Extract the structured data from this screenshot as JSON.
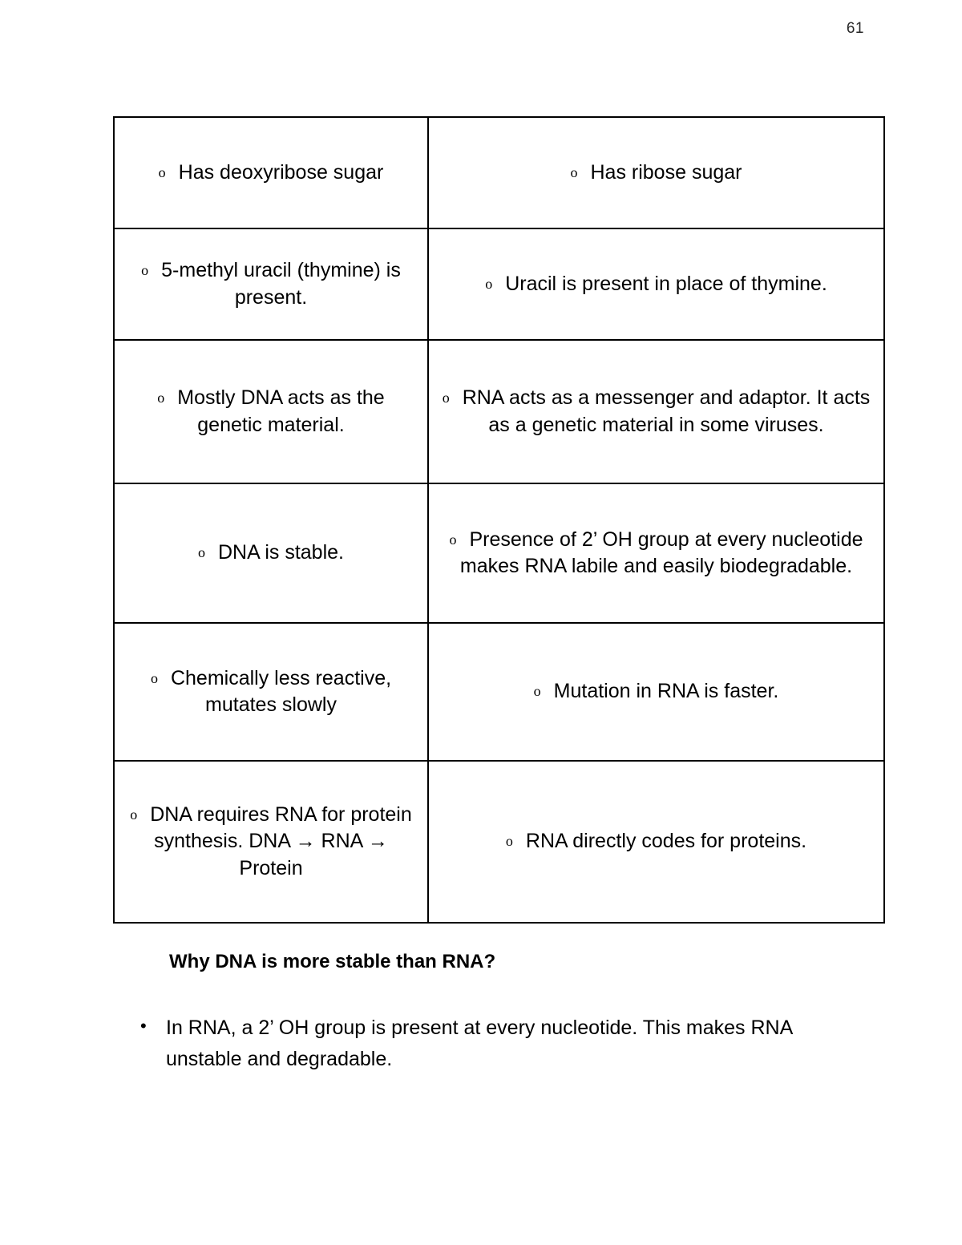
{
  "page": {
    "number": "61"
  },
  "table": {
    "bullet_marker": "o",
    "rows": [
      {
        "left": "Has deoxyribose sugar",
        "right": "Has ribose sugar"
      },
      {
        "left": "5-methyl uracil (thymine) is present.",
        "right": "Uracil is present in place of thymine."
      },
      {
        "left": "Mostly DNA acts as the genetic material.",
        "right": "RNA acts as a messenger and adaptor. It acts as a genetic material in some viruses."
      },
      {
        "left": "DNA is stable.",
        "right": "Presence of 2’ OH group at every nucleotide makes RNA labile and easily biodegradable."
      },
      {
        "left": "Chemically less reactive, mutates slowly",
        "right": "Mutation in RNA is faster."
      },
      {
        "left": "DNA requires RNA for protein synthesis. DNA → RNA → Protein",
        "right": "RNA directly codes for proteins."
      }
    ]
  },
  "question": {
    "heading": "Why DNA is more stable than RNA?",
    "bullet_marker": "•",
    "points": [
      "In RNA, a 2’ OH group is present at every nucleotide. This makes RNA unstable and degradable."
    ]
  }
}
